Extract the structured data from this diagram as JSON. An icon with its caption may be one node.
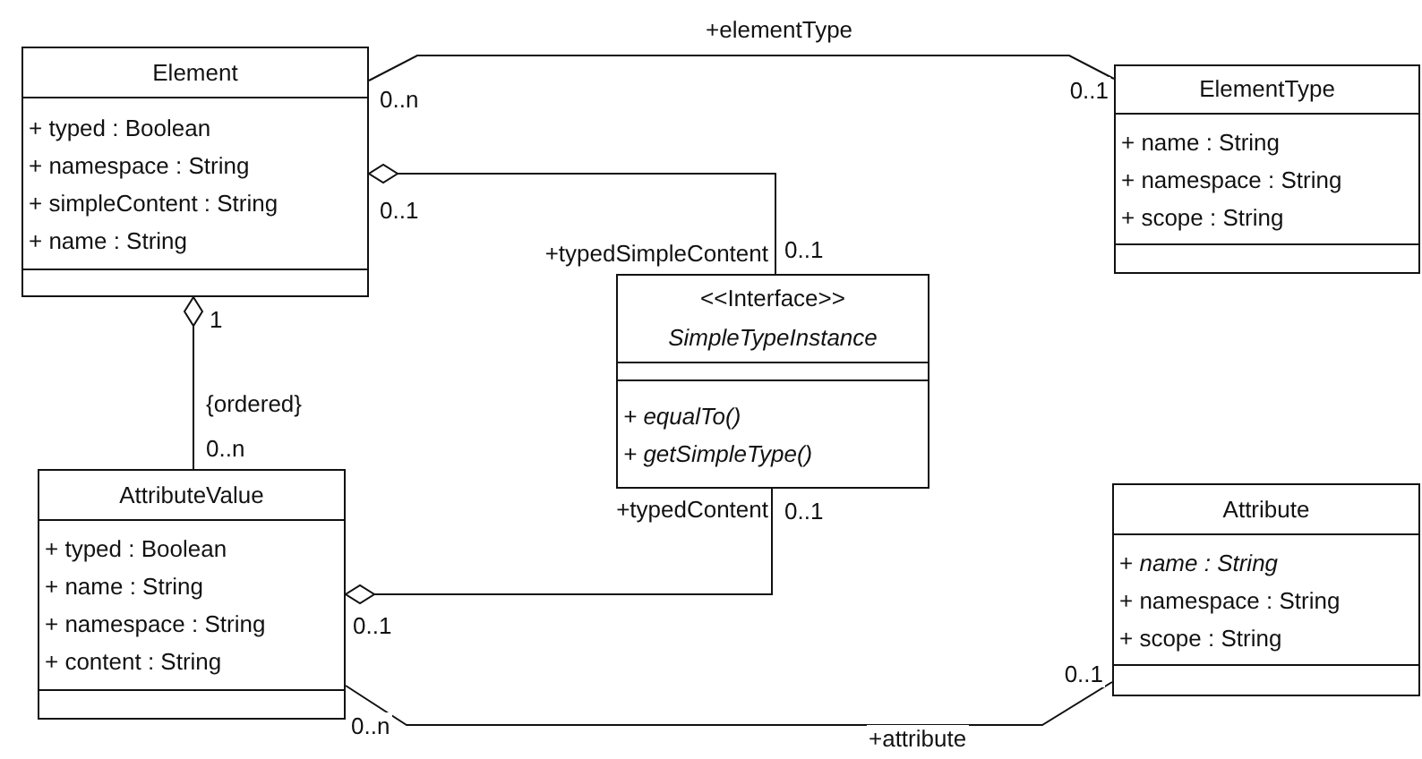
{
  "diagram": {
    "nodes": [
      {
        "text": [
          "Element",
          "+ typed : Boolean",
          "+ namespace : String",
          "+ simpleContent : String",
          "+ name : String"
        ]
      },
      {
        "text": [
          "ElementType",
          "+ name : String",
          "+ namespace : String",
          "+ scope : String"
        ]
      },
      {
        "text": [
          "<<Interface>>",
          "SimpleTypeInstance",
          "+ equalTo()",
          "+ getSimpleType()"
        ]
      },
      {
        "text": [
          "AttributeValue",
          "+ typed : Boolean",
          "+ name : String",
          "+ namespace : String",
          "+ content : String"
        ]
      },
      {
        "text": [
          "Attribute",
          "+ *name : String*",
          "+ namespace : String",
          "+ scope : String"
        ]
      }
    ],
    "edges": [
      {
        "from": 0,
        "to": 1,
        "arrow": "none",
        "label": "+elementType"
      },
      {
        "from": 0,
        "to": 2,
        "arrow": "other",
        "label": "+typedSimpleContent"
      },
      {
        "from": 0,
        "to": 3,
        "arrow": "other",
        "label": "{ordered}"
      },
      {
        "from": 3,
        "to": 2,
        "arrow": "other",
        "label": "+typedContent"
      },
      {
        "from": 3,
        "to": 4,
        "arrow": "none",
        "label": "+attribute"
      }
    ],
    "labels": [
      "0..n",
      "0..1",
      "0..1",
      "0..1",
      "1",
      "0..n",
      "0..1",
      "0..1",
      "0..1",
      "0..n"
    ]
  }
}
